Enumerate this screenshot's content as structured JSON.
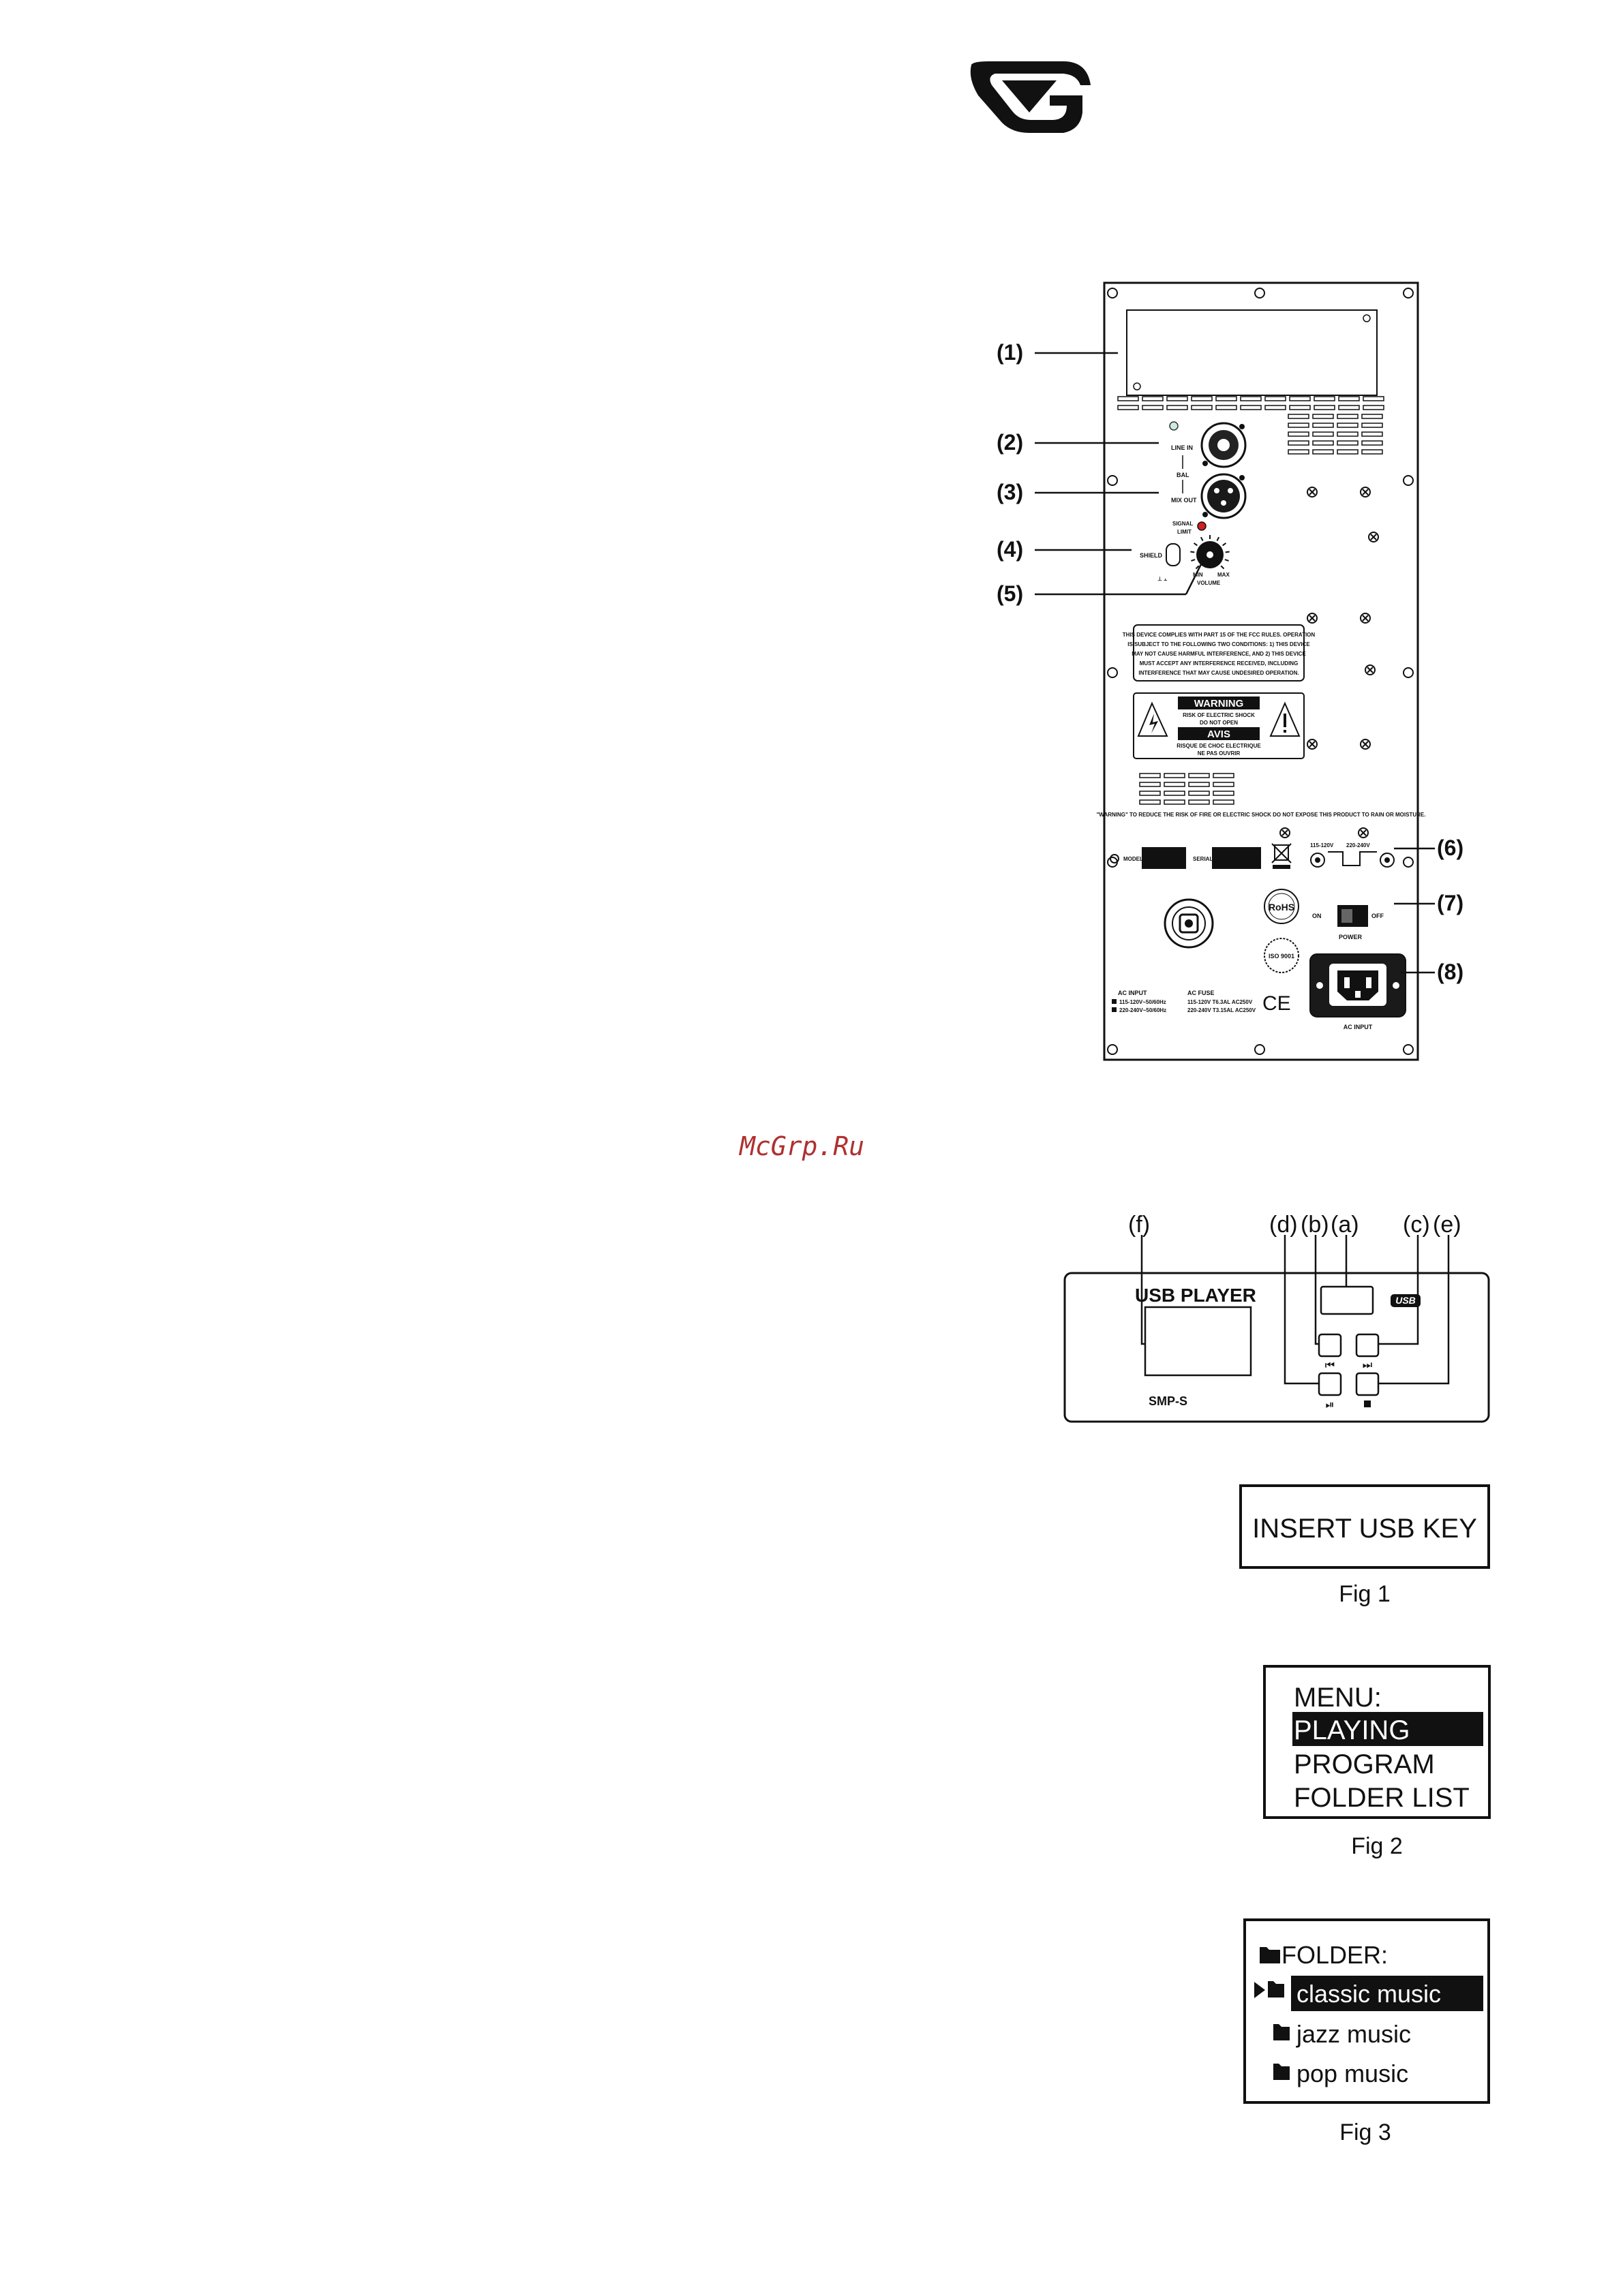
{
  "watermark": "McGrp.Ru",
  "rear_panel": {
    "callouts": [
      "(1)",
      "(2)",
      "(3)",
      "(4)",
      "(5)",
      "(6)",
      "(7)",
      "(8)"
    ],
    "line_in": "LINE IN",
    "bal": "BAL",
    "mix_out": "MIX OUT",
    "signal": "SIGNAL",
    "limit": "LIMIT",
    "shield": "SHIELD",
    "min": "MIN",
    "max": "MAX",
    "volume": "VOLUME",
    "fcc_lines": [
      "THIS DEVICE COMPLIES WITH PART 15 OF THE FCC RULES. OPERATION",
      "IS SUBJECT TO THE FOLLOWING TWO CONDITIONS: 1) THIS DEVICE",
      "MAY NOT CAUSE HARMFUL INTERFERENCE, AND 2) THIS DEVICE",
      "MUST ACCEPT ANY INTERFERENCE RECEIVED, INCLUDING",
      "INTERFERENCE THAT MAY CAUSE UNDESIRED OPERATION."
    ],
    "warning_title": "WARNING",
    "warning_sub1": "RISK OF ELECTRIC SHOCK",
    "warning_sub2": "DO NOT OPEN",
    "avis_title": "AVIS",
    "avis_sub1": "RISQUE DE CHOC ELECTRIQUE",
    "avis_sub2": "NE PAS OUVRIR",
    "warning_line": "\"WARNING\" TO REDUCE THE RISK OF FIRE OR ELECTRIC SHOCK DO NOT EXPOSE THIS PRODUCT TO RAIN OR MOISTURE.",
    "model": "MODEL",
    "serial": "SERIAL",
    "v115": "115-120V",
    "v220": "220-240V",
    "rohs": "RoHS",
    "on": "ON",
    "off": "OFF",
    "power": "POWER",
    "iso": "ISO 9001",
    "ce": "CE",
    "ac_input_title": "AC INPUT",
    "ac_input_1": "115-120V~50/60Hz",
    "ac_input_2": "220-240V~50/60Hz",
    "ac_fuse_title": "AC FUSE",
    "ac_fuse_1": "115-120V T6.3AL AC250V",
    "ac_fuse_2": "220-240V T3.15AL AC250V",
    "ac_input_socket": "AC INPUT"
  },
  "usb_player": {
    "title": "USB PLAYER",
    "model": "SMP-S",
    "usb": "USB",
    "callouts": [
      "(f)",
      "(d)",
      "(b)",
      "(a)",
      "(c)",
      "(e)"
    ]
  },
  "fig1": {
    "text": "INSERT USB KEY",
    "caption": "Fig 1"
  },
  "fig2": {
    "header": "MENU:",
    "items": [
      "PLAYING",
      "PROGRAM",
      "FOLDER LIST"
    ],
    "selected_index": 0,
    "caption": "Fig 2"
  },
  "fig3": {
    "header": "FOLDER:",
    "items": [
      "classic music",
      "jazz music",
      "pop music"
    ],
    "selected_index": 0,
    "caption": "Fig 3"
  }
}
